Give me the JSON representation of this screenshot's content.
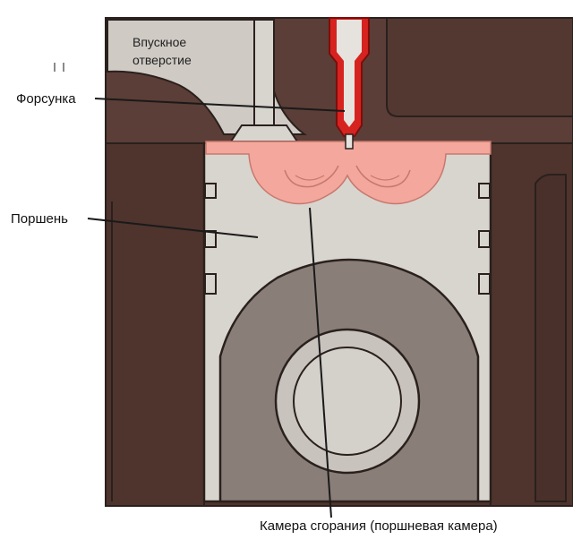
{
  "labels": {
    "intake_line1": "Впускное",
    "intake_line2": "отверстие",
    "injector": "Форсунка",
    "piston": "Поршень",
    "combustion_chamber": "Камера сгорания (поршневая камера)"
  },
  "colors": {
    "cylinder_wall": "#4e342d",
    "cylinder_head": "#5b3e37",
    "piston_body": "#d8d5cf",
    "piston_outline": "#2a201d",
    "connecting_rod": "#8a7f78",
    "pin": "#c8c3bd",
    "combustion_chamber": "#f4a79c",
    "injector_red": "#d6231f",
    "intake_port": "#cfcac4",
    "leader_line": "#1a1a1a"
  }
}
